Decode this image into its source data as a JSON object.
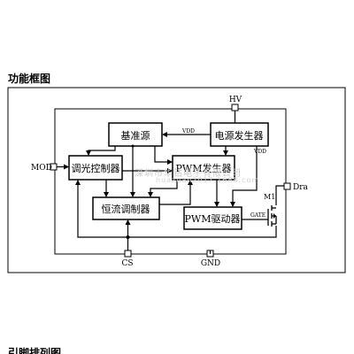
{
  "page": {
    "section_title": "功能框图",
    "next_section_title": "引脚排列图"
  },
  "diagram": {
    "blocks": {
      "reference": "基准源",
      "power_gen": "电源发生器",
      "dimming_ctrl": "调光控制器",
      "pwm_gen": "PWM发生器",
      "cc_mod": "恒流调制器",
      "pwm_drv": "PWM驱动器"
    },
    "pins": {
      "hv": "HV",
      "mod": "MOD",
      "cs": "CS",
      "gnd": "GND",
      "drain": "Dra"
    },
    "labels": {
      "vdd_top": "VDD",
      "vdd_right": "VDD",
      "mosfet": "M1",
      "gate": "GATE"
    }
  },
  "watermark": {
    "line1": "深圳市华钻电子有限公司",
    "line2": "huazuan2017.1688.com"
  }
}
